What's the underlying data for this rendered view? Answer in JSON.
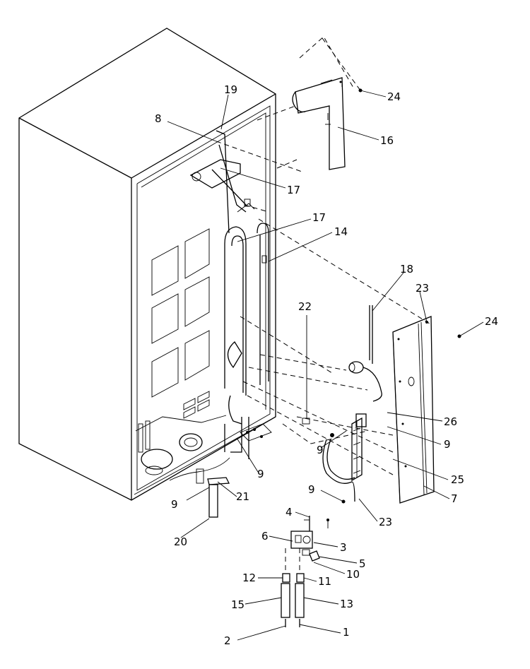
{
  "diagram": {
    "callouts": {
      "c1": "1",
      "c2": "2",
      "c3": "3",
      "c4": "4",
      "c5": "5",
      "c6": "6",
      "c7": "7",
      "c8": "8",
      "c9a": "9",
      "c9b": "9",
      "c9c": "9",
      "c9d": "9",
      "c9e": "9",
      "c10": "10",
      "c11": "11",
      "c12": "12",
      "c13": "13",
      "c14": "14",
      "c15": "15",
      "c16": "16",
      "c17a": "17",
      "c17b": "17",
      "c18": "18",
      "c19": "19",
      "c20": "20",
      "c21": "21",
      "c22": "22",
      "c23a": "23",
      "c23b": "23",
      "c24a": "24",
      "c24b": "24",
      "c25": "25",
      "c26": "26"
    }
  }
}
